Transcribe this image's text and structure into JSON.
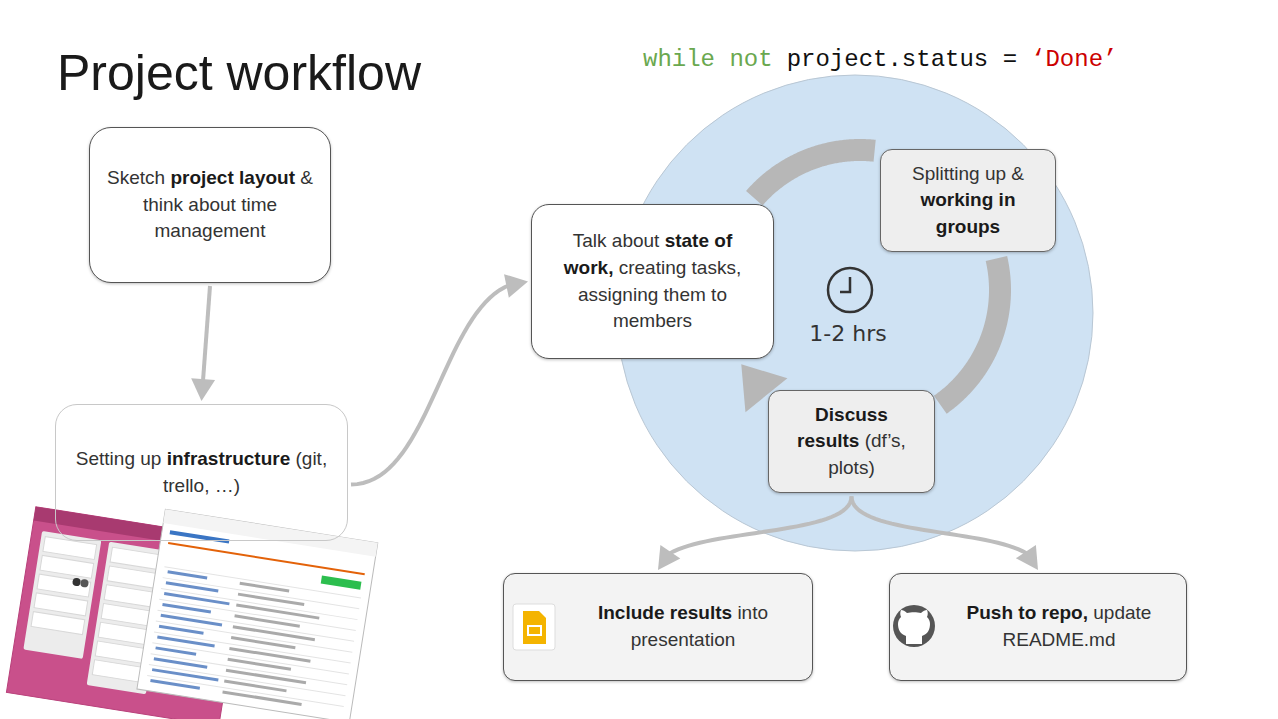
{
  "diagram": {
    "title": "Project workflow",
    "nodes": [
      {
        "text": [
          "Sketch project layout & think about time management"
        ]
      },
      {
        "text": [
          "Setting up infrastructure (git, trello, …)"
        ]
      },
      {
        "text": [
          "while not",
          "project.status =",
          "‘Done’",
          "1-2 hrs"
        ]
      },
      {
        "text": [
          "Talk about state of work, creating tasks, assigning them to members"
        ],
        "in": 2
      },
      {
        "text": [
          "Splitting up & working in groups"
        ],
        "in": 2
      },
      {
        "text": [
          "Discuss results (df’s, plots)"
        ],
        "in": 2
      },
      {
        "text": [
          "Include results into presentation"
        ]
      },
      {
        "text": [
          "Push to repo, update README.md"
        ]
      }
    ],
    "edges": [
      {
        "from": 0,
        "to": 1,
        "arrow": "to"
      },
      {
        "from": 1,
        "to": 3,
        "arrow": "to"
      },
      {
        "from": 3,
        "to": 4,
        "arrow": "none"
      },
      {
        "from": 4,
        "to": 5,
        "arrow": "none"
      },
      {
        "from": 5,
        "to": 3,
        "arrow": "to"
      },
      {
        "from": 5,
        "to": 6,
        "arrow": "to"
      },
      {
        "from": 5,
        "to": 7,
        "arrow": "to"
      }
    ]
  }
}
